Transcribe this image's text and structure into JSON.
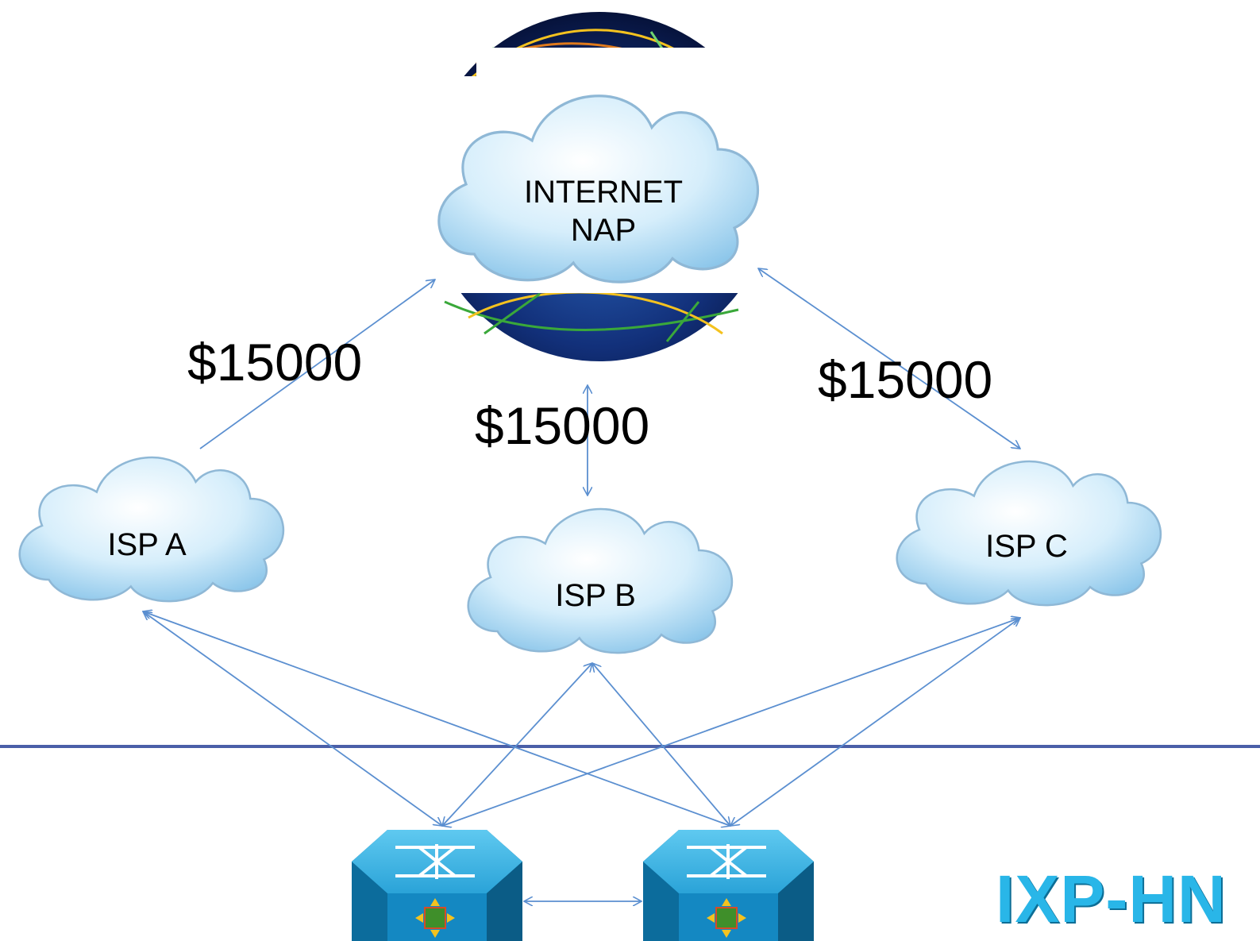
{
  "nodes": {
    "internet": {
      "line1": "INTERNET",
      "line2": "NAP"
    },
    "isp_a": "ISP A",
    "isp_b": "ISP B",
    "isp_c": "ISP C"
  },
  "links": {
    "isp_a_cost": "$15000",
    "isp_b_cost": "$15000",
    "isp_c_cost": "$15000"
  },
  "brand": "IXP-HN",
  "icons": [
    "globe-icon",
    "cloud-icon",
    "layer3-switch-icon"
  ],
  "colors": {
    "cloud": "#bfe3f7",
    "cloud_outline": "#8fb8d6",
    "link": "#5b8fd0",
    "divider": "#4a5fa8",
    "switch": "#2aa3d8",
    "brand": "#29b6e8"
  }
}
